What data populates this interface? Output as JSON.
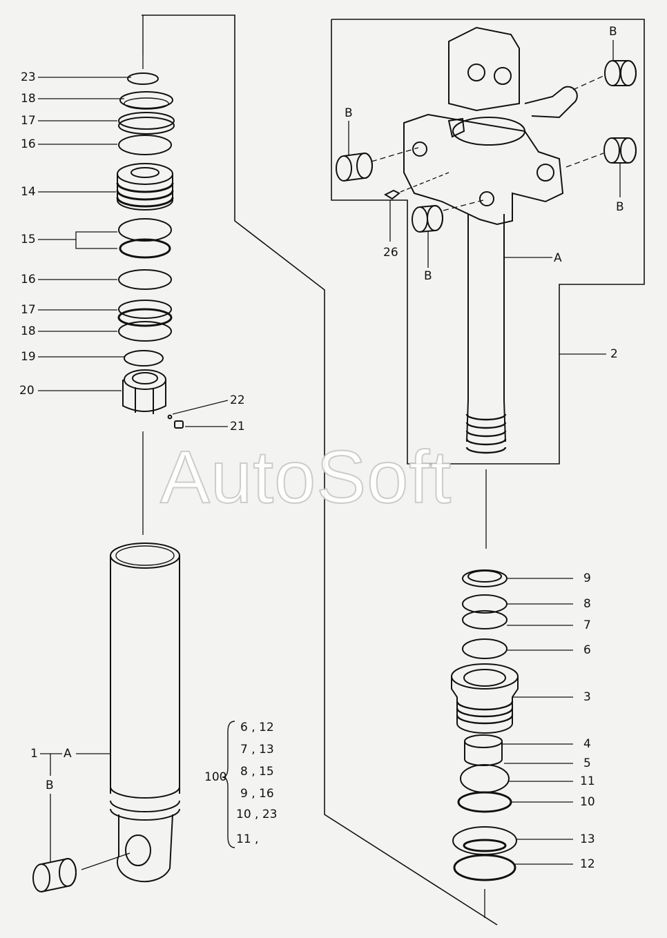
{
  "watermark": "AutoSoft",
  "callouts": {
    "c23a": "23",
    "c18a": "18",
    "c17a": "17",
    "c16a": "16",
    "c14": "14",
    "c15": "15",
    "c16b": "16",
    "c17b": "17",
    "c18b": "18",
    "c19": "19",
    "c20": "20",
    "c22": "22",
    "c21": "21",
    "c26": "26",
    "cA_rod": "A",
    "c2": "2",
    "cB1": "B",
    "cB2": "B",
    "cB3": "B",
    "cB4": "B",
    "c9": "9",
    "c8": "8",
    "c7": "7",
    "c6": "6",
    "c3": "3",
    "c4": "4",
    "c5": "5",
    "c11": "11",
    "c10": "10",
    "c13": "13",
    "c12": "12",
    "c1": "1",
    "cA_cyl": "A",
    "cB_cyl": "B"
  },
  "kit": {
    "label": "100",
    "rows": [
      "6 , 12",
      "7 , 13",
      "8 , 15",
      "9 , 16",
      "10 , 23",
      "11 ,"
    ]
  },
  "colors": {
    "ink": "#111111",
    "background": "#f3f3f1",
    "watermark_outline": "#c9c9c9"
  }
}
